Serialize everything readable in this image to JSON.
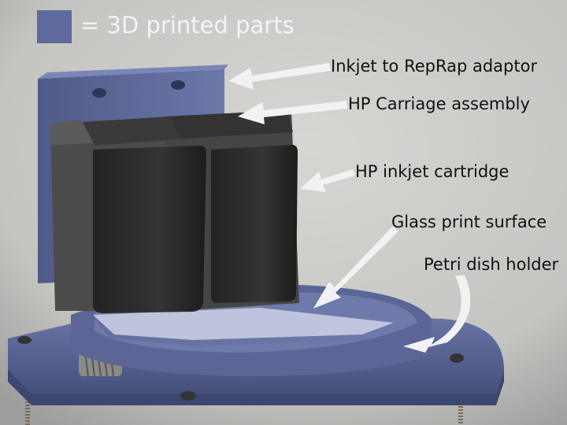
{
  "colors": {
    "printed_part": "#5e6a9e",
    "background": "#c9c9c7",
    "cartridge": "#2b2b2b",
    "glass": "#c8cde0",
    "arrow": "#f2f2f4"
  },
  "legend": {
    "text": "= 3D printed parts"
  },
  "labels": {
    "adaptor": "Inkjet to RepRap adaptor",
    "carriage": "HP Carriage assembly",
    "cartridge": "HP inkjet cartridge",
    "glass": "Glass print surface",
    "petri": "Petri dish holder"
  }
}
